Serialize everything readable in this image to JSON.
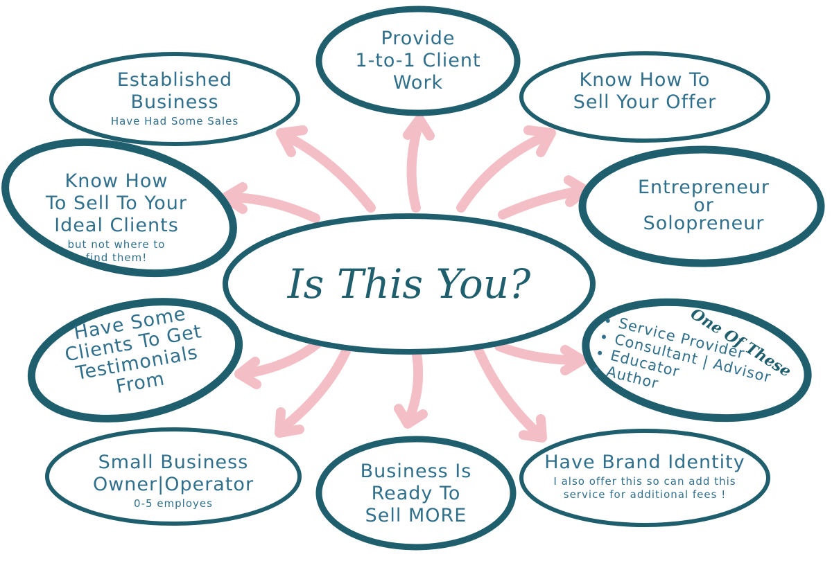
{
  "center": {
    "title": "Is This You?"
  },
  "nodes": {
    "top": {
      "title": "Provide\n1-to-1 Client\nWork",
      "subtitle": ""
    },
    "top_left": {
      "title": "Established\nBusiness",
      "subtitle": "Have Had Some Sales"
    },
    "top_right": {
      "title": "Know How To\nSell Your Offer",
      "subtitle": ""
    },
    "mid_left": {
      "title": "Know How\nTo Sell To Your\nIdeal Clients",
      "subtitle": "but not where to\nfind them!"
    },
    "mid_right": {
      "title": "Entrepreneur\nor\nSolopreneur",
      "subtitle": ""
    },
    "lower_left": {
      "title": "Have Some\nClients To Get\nTestimonials\nFrom",
      "subtitle": ""
    },
    "lower_right": {
      "title": "",
      "annotation": "One Of These",
      "items": [
        "Service Provider",
        "Consultant | Advisor",
        "Educator",
        "Author"
      ]
    },
    "bottom_left": {
      "title": "Small Business\nOwner|Operator",
      "subtitle": "0-5 employes"
    },
    "bottom": {
      "title": "Business Is\nReady To\nSell MORE",
      "subtitle": ""
    },
    "bottom_right": {
      "title": "Have Brand Identity",
      "subtitle": "I also offer this so can add this\nservice for additional fees !"
    }
  },
  "colors": {
    "outline": "#1f5e6c",
    "arrow": "#f2b8bf",
    "text": "#2f6f8c"
  }
}
